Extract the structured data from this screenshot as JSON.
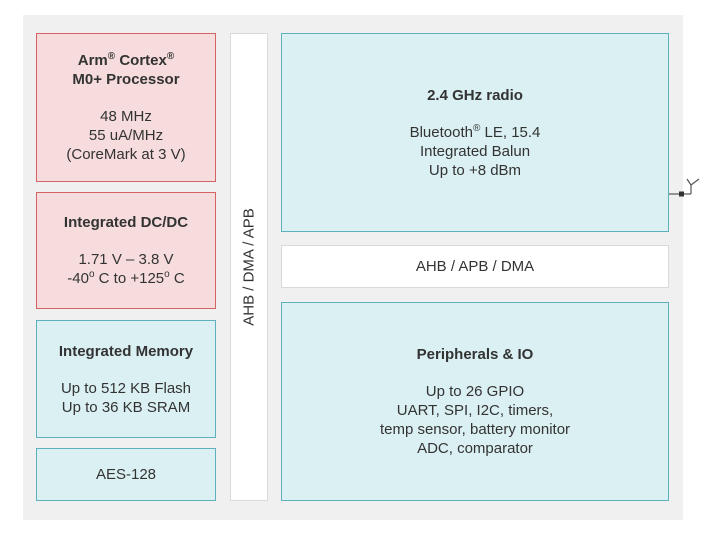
{
  "processor": {
    "title_line1": "Arm",
    "title_reg1": "®",
    "title_mid": " Cortex",
    "title_reg2": "®",
    "title_line2": "M0+ Processor",
    "lines": [
      "48 MHz",
      "55 uA/MHz",
      "(CoreMark at 3 V)"
    ]
  },
  "dcdc": {
    "title": "Integrated DC/DC",
    "line1": "1.71 V – 3.8 V",
    "line2_a": "-40",
    "line2_deg1": "o",
    "line2_b": " C to +125",
    "line2_deg2": "o",
    "line2_c": " C"
  },
  "memory": {
    "title": "Integrated Memory",
    "lines": [
      "Up to 512 KB Flash",
      "Up to 36 KB SRAM"
    ]
  },
  "aes": {
    "label": "AES-128"
  },
  "vertical_bus": {
    "label": "AHB / DMA / APB"
  },
  "radio": {
    "title": "2.4 GHz radio",
    "line1_a": "Bluetooth",
    "line1_reg": "®",
    "line1_b": " LE, 15.4",
    "line2": "Integrated Balun",
    "line3": "Up to +8 dBm"
  },
  "horizontal_bus": {
    "label": "AHB / APB / DMA"
  },
  "peripherals": {
    "title": "Peripherals & IO",
    "lines": [
      "Up to 26 GPIO",
      "UART, SPI, I2C, timers,",
      "temp sensor, battery monitor",
      "ADC, comparator"
    ]
  },
  "colors": {
    "red_fill": "#f6dcdc",
    "red_border": "#d46464",
    "blue_fill": "#dbf0f3",
    "blue_border": "#5fb0bd",
    "background": "#f0f0f0"
  }
}
